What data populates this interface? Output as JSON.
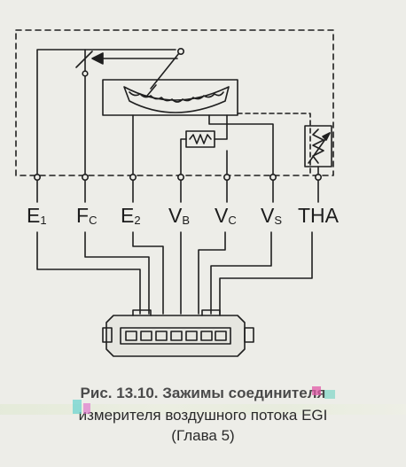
{
  "terminals": [
    {
      "id": "e1",
      "main": "E",
      "sub": "1"
    },
    {
      "id": "fc",
      "main": "F",
      "sub": "C"
    },
    {
      "id": "e2",
      "main": "E",
      "sub": "2"
    },
    {
      "id": "vb",
      "main": "V",
      "sub": "B"
    },
    {
      "id": "vc",
      "main": "V",
      "sub": "C"
    },
    {
      "id": "vs",
      "main": "V",
      "sub": "S"
    },
    {
      "id": "tha",
      "main": "THA",
      "sub": ""
    }
  ],
  "caption": {
    "figure": "Рис. 13.10.",
    "line1": "Зажимы соединителя",
    "line2": "измерителя воздушного потока EGI",
    "line3": "(Глава 5)"
  },
  "colors": {
    "ink": "#1f1f1f",
    "paper": "#edede8"
  }
}
